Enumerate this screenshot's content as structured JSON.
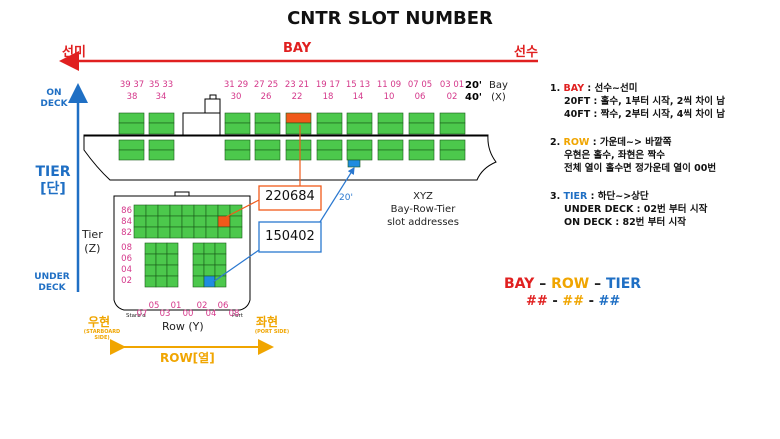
{
  "title": "CNTR SLOT NUMBER",
  "bay_axis": {
    "left": "선미",
    "center": "BAY",
    "right": "선수"
  },
  "tier_axis": {
    "top": [
      "ON",
      "DECK"
    ],
    "middle": [
      "TIER",
      "[단]"
    ],
    "bottom": [
      "UNDER",
      "DECK"
    ]
  },
  "bay_numbers": [
    {
      "odd": "39 37",
      "even": "38"
    },
    {
      "odd": "35 33",
      "even": "34"
    },
    {
      "odd": "31 29",
      "even": "30"
    },
    {
      "odd": "27 25",
      "even": "26"
    },
    {
      "odd": "23 21",
      "even": "22"
    },
    {
      "odd": "19 17",
      "even": "18"
    },
    {
      "odd": "15 13",
      "even": "14"
    },
    {
      "odd": "11 09",
      "even": "10"
    },
    {
      "odd": "07 05",
      "even": "06"
    },
    {
      "odd": "03 01",
      "even": "02"
    }
  ],
  "size_labels": {
    "twenty": "20'",
    "forty": "40'"
  },
  "bay_label": {
    "name": "Bay",
    "axis": "(X)"
  },
  "tier_label": {
    "name": "Tier",
    "axis": "(Z)"
  },
  "row_label": "Row (Y)",
  "tier_numbers_deck": [
    "86",
    "84",
    "82"
  ],
  "tier_numbers_hold": [
    "08",
    "06",
    "04",
    "02"
  ],
  "row_numbers_top": [
    "05",
    "01",
    "02",
    "06"
  ],
  "row_numbers_bottom": [
    "07",
    "03",
    "00",
    "04",
    "08"
  ],
  "row_side_small": {
    "starboard": "Starb'd",
    "port": "Port"
  },
  "callouts": {
    "orange": "220684",
    "blue": "150402"
  },
  "twenty_ft_label": "20'",
  "xyz_caption": [
    "XYZ",
    "Bay-Row-Tier",
    "slot addresses"
  ],
  "sides": {
    "starboard": "우현",
    "starboard_en": [
      "(STARBOARD",
      "SIDE)"
    ],
    "port": "좌현",
    "port_en": [
      "(PORT SIDE)"
    ]
  },
  "row_axis": "ROW[열]",
  "info": {
    "bay_head": "BAY",
    "bay_text": " : 선수~선미",
    "bay_lines": [
      "20FT : 홀수, 1부터 시작, 2씩 차이 남",
      "40FT : 짝수, 2부터 시작, 4씩 차이 남"
    ],
    "row_head": "ROW",
    "row_text": " : 가운데~> 바깥쪽",
    "row_lines": [
      "우현은 홀수, 좌현은 짝수",
      "전체 열이 홀수면 정가운데 열이 00번"
    ],
    "tier_head": "TIER",
    "tier_text": " : 하단~>상단",
    "tier_lines": [
      "UNDER DECK : 02번 부터 시작",
      "ON DECK : 82번 부터 시작"
    ]
  },
  "legend": {
    "bay": "BAY",
    "row": "ROW",
    "tier": "TIER",
    "dash": "–",
    "hash": "##",
    "sep": "-"
  },
  "colors": {
    "red": "#e02020",
    "blue": "#1f6fc4",
    "orange": "#f0a500",
    "pink": "#d4378a",
    "container": "#4cc84c",
    "highlight_orange": "#f05a1a",
    "highlight_blue": "#1f8ce0"
  }
}
